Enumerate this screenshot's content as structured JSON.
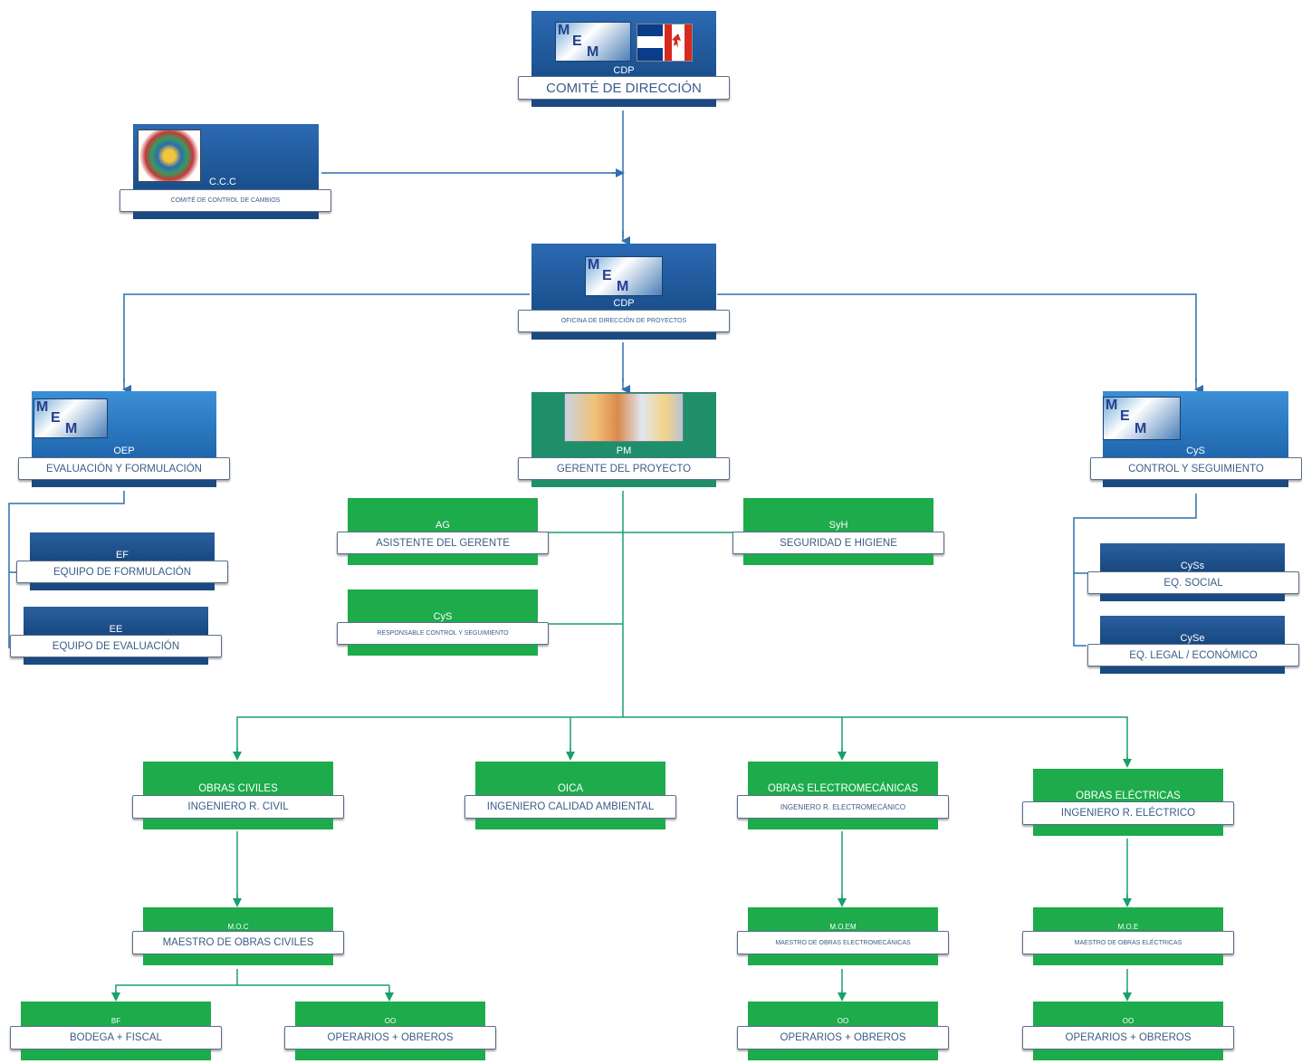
{
  "nodes": {
    "cdp_top": {
      "code": "CDP",
      "title": "COMITÉ DE DIRECCIÓN"
    },
    "ccc": {
      "code": "C.C.C",
      "title": "COMITÉ DE CONTROL DE CAMBIOS"
    },
    "cdp_office": {
      "code": "CDP",
      "title": "OFICINA DE DIRECCIÓN DE PROYECTOS"
    },
    "oep": {
      "code": "OEP",
      "title": "EVALUACIÓN Y FORMULACIÓN"
    },
    "pm": {
      "code": "PM",
      "title": "GERENTE DEL PROYECTO"
    },
    "cys_control": {
      "code": "CyS",
      "title": "CONTROL Y SEGUIMIENTO"
    },
    "ef": {
      "code": "EF",
      "title": "EQUIPO DE FORMULACIÓN"
    },
    "ee": {
      "code": "EE",
      "title": "EQUIPO DE EVALUACIÓN"
    },
    "ag": {
      "code": "AG",
      "title": "ASISTENTE DEL GERENTE"
    },
    "syh": {
      "code": "SyH",
      "title": "SEGURIDAD E HIGIENE"
    },
    "cys_resp": {
      "code": "CyS",
      "title": "RESPONSABLE CONTROL Y SEGUIMIENTO"
    },
    "cyss": {
      "code": "CySs",
      "title": "EQ. SOCIAL"
    },
    "cyse": {
      "code": "CySe",
      "title": "EQ. LEGAL / ECONÓMICO"
    },
    "oc": {
      "code": "OBRAS CIVILES",
      "title": "INGENIERO R. CIVIL"
    },
    "oica": {
      "code": "OICA",
      "title": "INGENIERO CALIDAD AMBIENTAL"
    },
    "oem": {
      "code": "OBRAS ELECTROMECÁNICAS",
      "title": "INGENIERO R. ELECTROMECÁNICO"
    },
    "oe": {
      "code": "OBRAS ELÉCTRICAS",
      "title": "INGENIERO R. ELÉCTRICO"
    },
    "moc": {
      "code": "M.O.C",
      "title": "MAESTRO DE OBRAS CIVILES"
    },
    "moem": {
      "code": "M.O.EM",
      "title": "MAESTRO DE OBRAS ELECTROMECÁNICAS"
    },
    "moe": {
      "code": "M.O.E",
      "title": "MAESTRO DE OBRAS ELÉCTRICAS"
    },
    "bf": {
      "code": "BF",
      "title": "BODEGA + FISCAL"
    },
    "oo1": {
      "code": "OO",
      "title": "OPERARIOS + OBREROS"
    },
    "oo2": {
      "code": "OO",
      "title": "OPERARIOS + OBREROS"
    },
    "oo3": {
      "code": "OO",
      "title": "OPERARIOS + OBREROS"
    }
  },
  "colors": {
    "blue_line": "#2f6fb0",
    "green_line": "#1aa06a",
    "label_text": "#3a5d88"
  },
  "icons": {
    "logo": "mdm-logo",
    "flags": "honduras-canada-flags",
    "people": "team-photo",
    "emblem": "ccc-emblem"
  }
}
